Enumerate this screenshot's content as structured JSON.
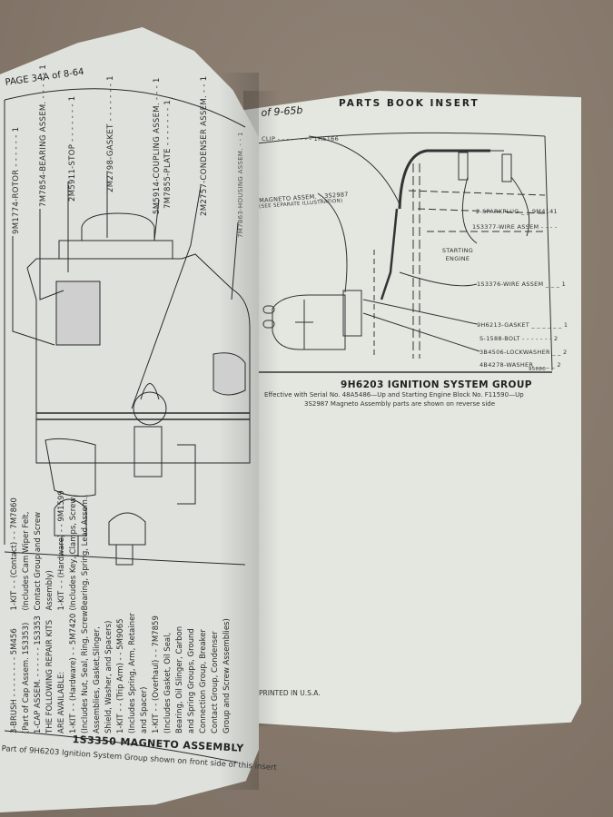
{
  "left_page": {
    "page_header": "PAGE 34A of 8-64",
    "callouts": [
      {
        "part": "9M1774-ROTOR",
        "qty": "1"
      },
      {
        "part": "7M7854-BEARING ASSEM.",
        "qty": "1"
      },
      {
        "part": "2M5911-STOP",
        "qty": "1"
      },
      {
        "part": "2M2798-GASKET",
        "qty": "1"
      },
      {
        "part": "5M5914-COUPLING ASSEM.",
        "qty": "1"
      },
      {
        "part": "7M7855-PLATE",
        "qty": "1"
      },
      {
        "part": "2M2757-CONDENSER ASSEM.",
        "qty": "1"
      },
      {
        "part": "7M7863-HOUSING ASSEM.",
        "qty": "1"
      }
    ],
    "kit_list": [
      "3-BRUSH - - - - - - - - 5M456",
      "(Part of Cap Assem. 1S3353)",
      "1-CAP ASSEM. - - - - - - 1S3353",
      "THE FOLLOWING REPAIR KITS",
      "ARE AVAILABLE:",
      "1-KIT - - (Hardware) - - 5M7420",
      "(Includes Nut, Seal, Ring, Screw",
      "Assemblies, Gasket,Slinger,",
      "Shield, Washer, and Spacers)",
      "1-KIT - - (Trip Arm) - - 5M9065",
      "(Includes Spring, Arm, Retainer",
      "and Spacer)",
      "1-KIT - - (Overhaul) - - 7M7859",
      "(Includes Gasket, Oil Seal,",
      "Bearing, Oil Slinger, Carbon",
      "and Spring Groups, Ground",
      "Connection Group, Breaker",
      "Contact Group, Condenser",
      "Group and Screw Assemblies)",
      "1-KIT - - (Contact) - - 7M7860",
      "(Includes Cam Wiper Felt,",
      "Contact Group and Screw",
      "Assembly)",
      "1-KIT - - (Hardware) - - 9M1599",
      "(Includes Key, Clamps, Screw,",
      "Bearing, Spring, Lead Assem.,"
    ],
    "caption_title": "1S3350 MAGNETO ASSEMBLY",
    "caption_note": "Part of 9H6203 Ignition System Group shown on front side of this insert"
  },
  "right_page": {
    "page_ref": "of 9-65b",
    "header": "PARTS BOOK INSERT",
    "callouts": [
      {
        "part": "CLIP",
        "number": "1H5166"
      },
      {
        "part": "MAGNETO ASSEM.",
        "number": "3S2987",
        "note": "(SEE SEPARATE ILLUSTRATION)"
      },
      {
        "part": "2-SPARKPLUG",
        "number": "9M4141"
      },
      {
        "part": "1S3377-WIRE ASSEM",
        "qty": ""
      },
      {
        "part": "1S3376-WIRE ASSEM",
        "qty": "1"
      },
      {
        "part": "9H6213-GASKET",
        "qty": "1"
      },
      {
        "part": "S-1588-BOLT",
        "qty": "2"
      },
      {
        "part": "3B4506-LOCKWASHER",
        "qty": "2"
      },
      {
        "part": "4B4278-WASHER",
        "qty": "2"
      }
    ],
    "starting_engine_label": "STARTING ENGINE",
    "figure_number": "95080",
    "caption_title": "9H6203 IGNITION SYSTEM GROUP",
    "caption_line1": "Effective with Serial No. 48A5486—Up and Starting Engine Block No. F11590—Up",
    "caption_line2": "3S2987 Magneto Assembly parts are shown on reverse side",
    "footer": "PRINTED IN U.S.A."
  }
}
